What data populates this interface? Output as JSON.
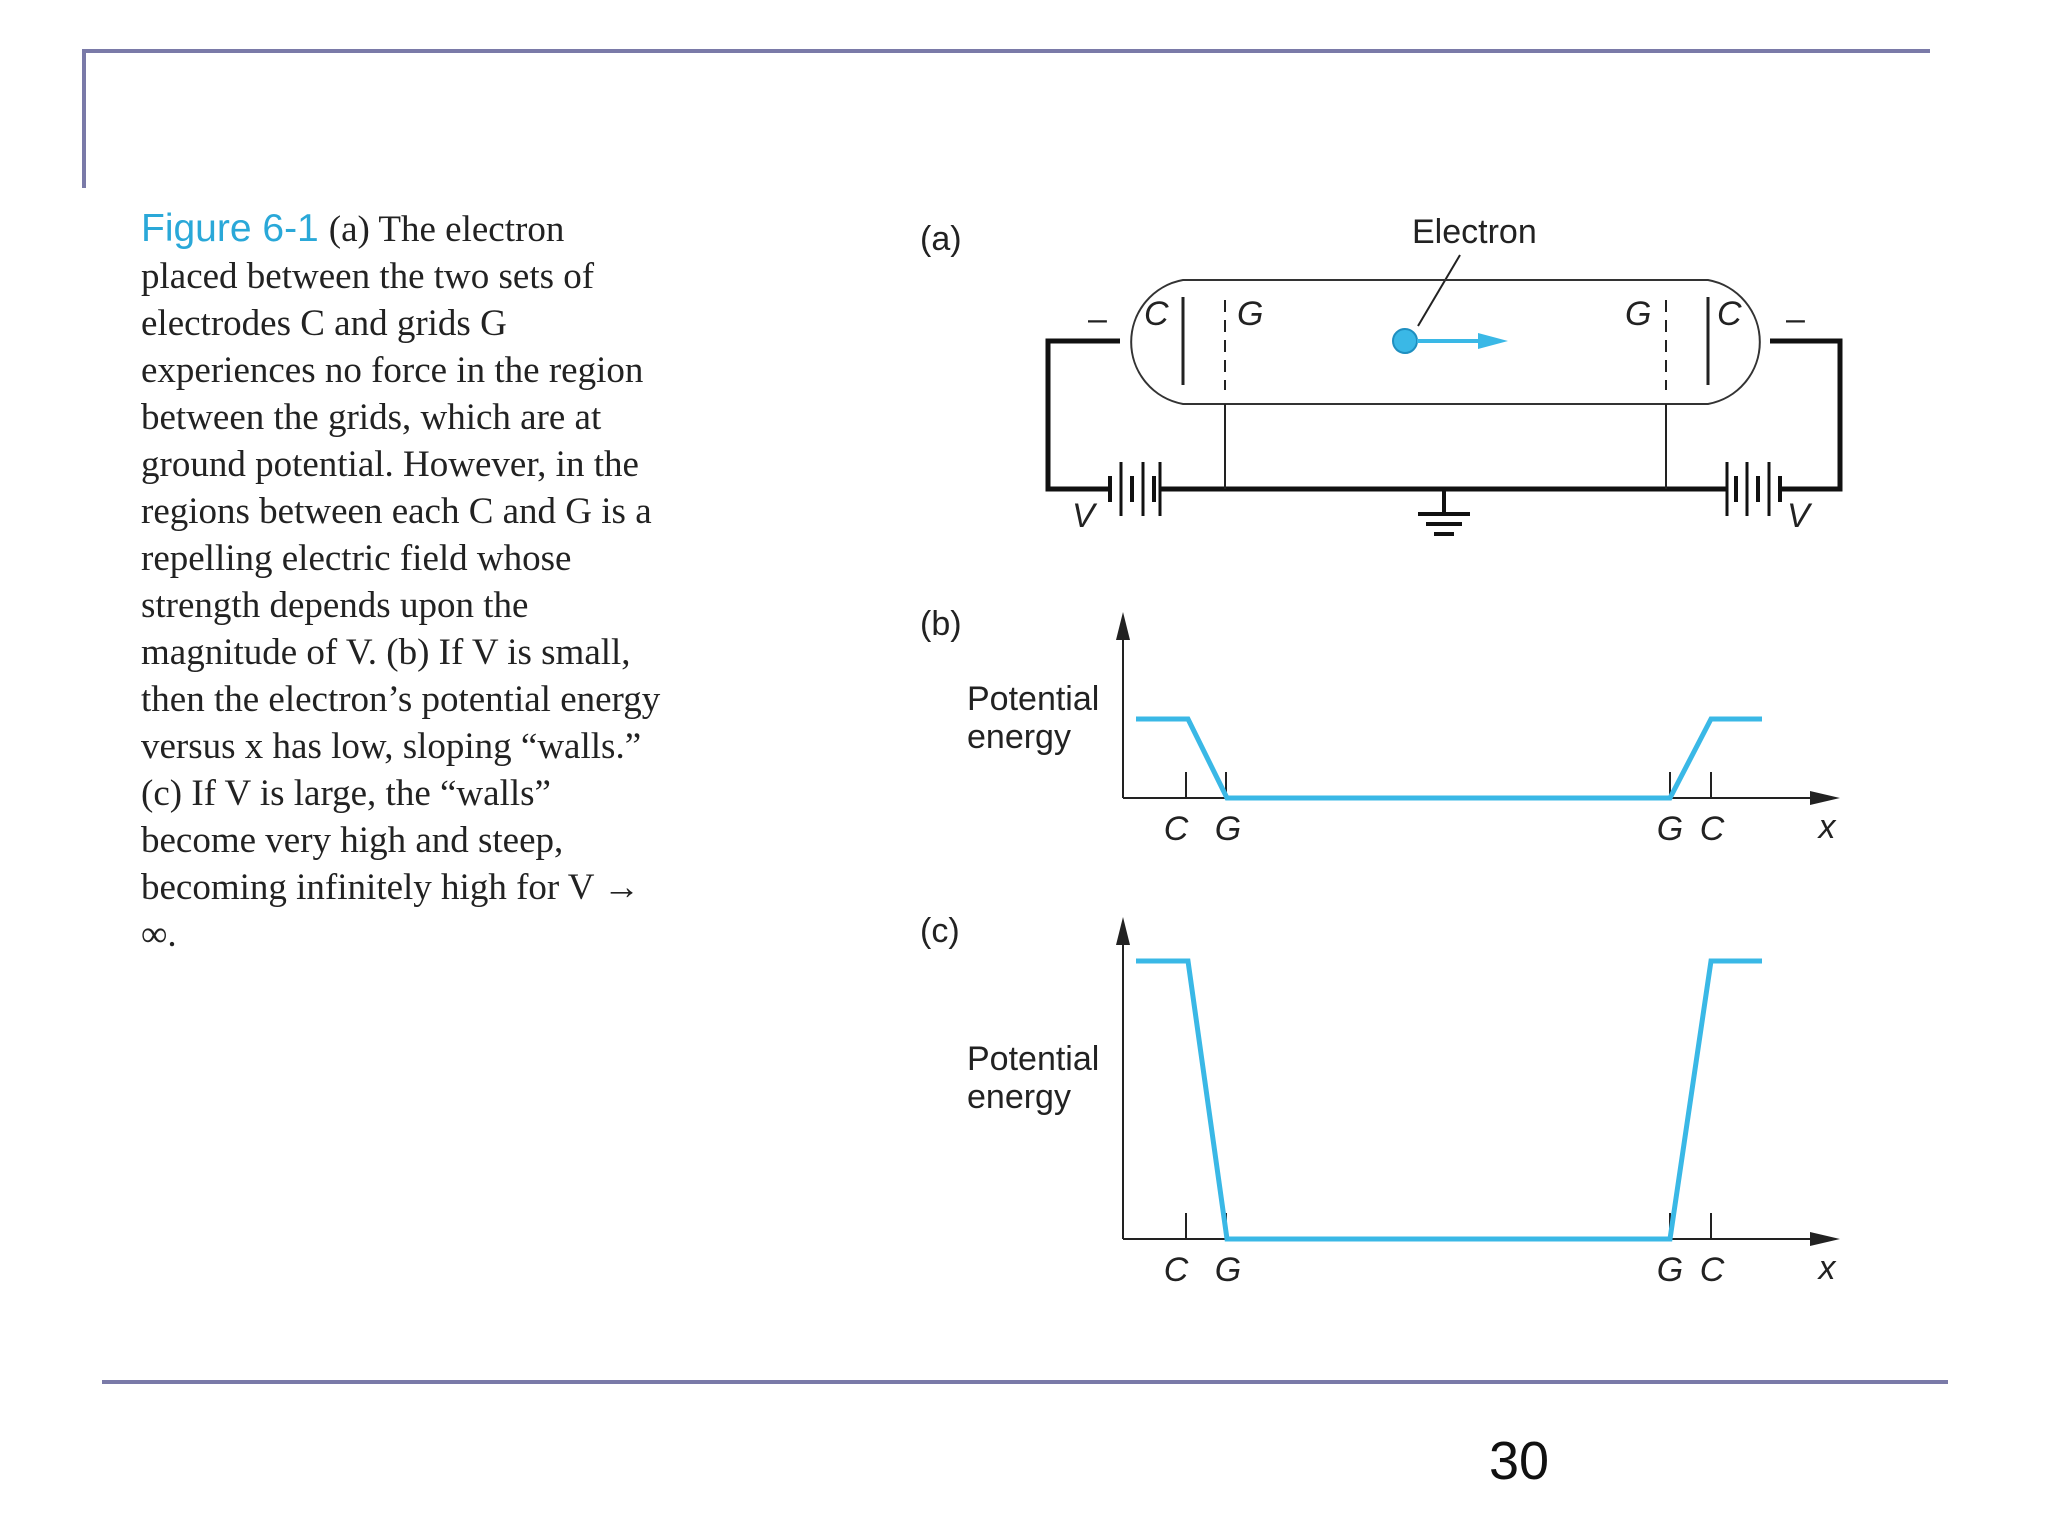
{
  "caption": {
    "figure_label": "Figure 6-1",
    "text": "(a) The electron placed between the two sets of electrodes C and grids G experiences no force in the region between the grids, which are at ground potential. However, in the regions between each C and G is a repelling electric field whose strength depends upon the magnitude of V. (b) If V is small, then the electron’s potential energy versus x has low, sloping “walls.” (c) If V is large, the “walls” become very high and steep, becoming infinitely high for V → ∞."
  },
  "panel_a": {
    "label": "(a)",
    "electron_label": "Electron",
    "electrode_left": "C",
    "grid_left": "G",
    "grid_right": "G",
    "electrode_right": "C",
    "minus_left": "–",
    "minus_right": "–",
    "battery_left": "V",
    "battery_right": "V"
  },
  "panel_b": {
    "label": "(b)",
    "ylabel_line1": "Potential",
    "ylabel_line2": "energy",
    "tick_c_left": "C",
    "tick_g_left": "G",
    "tick_g_right": "G",
    "tick_c_right": "C",
    "xlabel": "x"
  },
  "panel_c": {
    "label": "(c)",
    "ylabel_line1": "Potential",
    "ylabel_line2": "energy",
    "tick_c_left": "C",
    "tick_g_left": "G",
    "tick_g_right": "G",
    "tick_c_right": "C",
    "xlabel": "x"
  },
  "colors": {
    "accent": "#3ab8e6",
    "frame": "#7a7aa8"
  },
  "page_number": "30"
}
